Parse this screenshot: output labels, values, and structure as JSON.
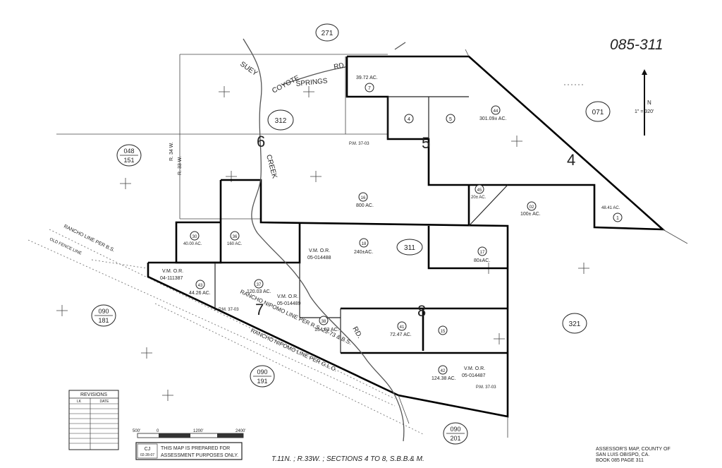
{
  "header": {
    "page_number": "085-311"
  },
  "map_books": {
    "north": "271",
    "current": "312",
    "center": "311",
    "east": "071",
    "east_south": "321",
    "west_top": "048",
    "west_bottom": "151",
    "sw_top": "090",
    "sw_bottom": "181",
    "s_top": "090",
    "s_bottom": "191",
    "se_top": "090",
    "se_bottom": "201"
  },
  "sections": {
    "s6": "6",
    "s5": "5",
    "s4": "4",
    "s7": "7",
    "s8": "8"
  },
  "roads": {
    "suey": "SUEY",
    "coyote": "COYOTE",
    "springs": "SPRINGS",
    "rd": "RD.",
    "creek": "CREEK",
    "rd2": "RD."
  },
  "range_labels": {
    "r34": "R. 34 W.",
    "r33": "R. 33 W."
  },
  "lines": {
    "rancho_line_bs": "RANCHO LINE PER B.S.",
    "old_fence": "OLD FENCE LINE",
    "rancho_nipomo_1": "RANCHO NIPOMO LINE PER R.S. 23-73 & B.S.",
    "rancho_nipomo_2": "RANCHO NIPOMO LINE PER G.L.O."
  },
  "parcels": {
    "p7": {
      "acres": "39.72 AC.",
      "num": "7"
    },
    "p4": {
      "num": "4"
    },
    "p5": {
      "num": "5"
    },
    "p44": {
      "acres": "301.09± AC.",
      "num": "44"
    },
    "p16": {
      "acres": "800 AC.",
      "num": "16"
    },
    "p45": {
      "acres": "20± AC.",
      "num": "45"
    },
    "p02": {
      "acres": "100± AC.",
      "num": "02"
    },
    "p1": {
      "acres": "48.41 AC.",
      "num": "1"
    },
    "p30": {
      "acres": "40.00 AC.",
      "num": "30"
    },
    "p36": {
      "acres": "160 AC.",
      "num": "36"
    },
    "p18": {
      "acres": "240±AC.",
      "num": "18"
    },
    "p17": {
      "acres": "80±AC.",
      "num": "17"
    },
    "p37": {
      "acres": "120.03 AC.",
      "num": "37"
    },
    "p43": {
      "acres": "44.26 AC.",
      "num": "43"
    },
    "p38": {
      "acres": "154.03 AC.",
      "num": "38"
    },
    "p41": {
      "acres": "72.47 AC.",
      "num": "41"
    },
    "p15": {
      "num": "15"
    },
    "p42": {
      "acres": "124.38 AC.",
      "num": "42"
    }
  },
  "volumes": {
    "v1": {
      "a": "V.M.  O.R.",
      "b": "05-014488"
    },
    "v2": {
      "a": "V.M.  O.R.",
      "b": "04-111387"
    },
    "v3": {
      "a": "V.M.  O.R.",
      "b": "05-014489"
    },
    "v4": {
      "a": "V.M.  O.R.",
      "b": "05-014487"
    }
  },
  "plat_refs": {
    "pm1": "P.M. 37-03",
    "pm2": "P.M. 37-03",
    "pm3": "P.M. 37-03"
  },
  "scale": {
    "north_label": "N",
    "ratio": "1\" = 320'",
    "ticks": [
      "500'",
      "0",
      "1200'",
      "2400'"
    ]
  },
  "revisions": {
    "title": "REVISIONS",
    "col_a": "LK",
    "col_b": "DATE"
  },
  "stamp": {
    "initials": "CJ",
    "date": "02-28-07",
    "line1": "THIS MAP IS PREPARED FOR",
    "line2": "ASSESSMENT PURPOSES ONLY."
  },
  "footer": {
    "legal": "T.11N. ; R.33W. ; SECTIONS 4 TO 8, S.B.B.& M.",
    "assessor_1": "ASSESSOR'S MAP, COUNTY OF",
    "assessor_2": "SAN LUIS OBISPO, CA.",
    "assessor_3": "BOOK 085 PAGE 311"
  }
}
